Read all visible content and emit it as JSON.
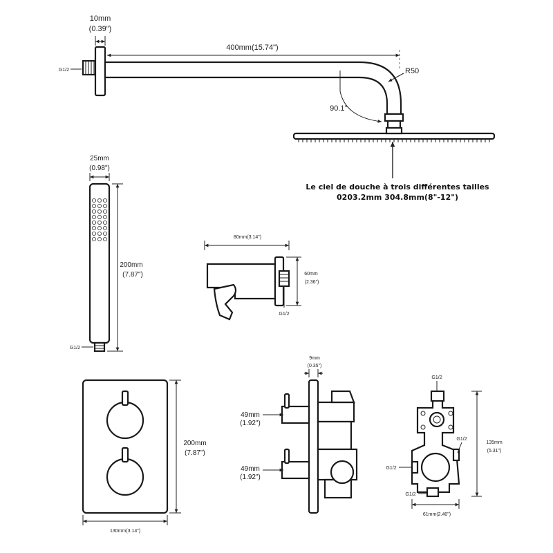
{
  "arm": {
    "dim_flange_top": "10mm",
    "dim_flange_bottom": "(0.39\")",
    "dim_length": "400mm(15.74\")",
    "thread": "G1/2",
    "radius": "R50",
    "angle": "90.1°"
  },
  "rain_head": {
    "caption_line1": "Le ciel de douche à trois différentes tailles",
    "caption_line2": "0203.2mm 304.8mm(8\"-12\")"
  },
  "hand_shower": {
    "dim_width_top": "25mm",
    "dim_width_bottom": "(0.98\")",
    "dim_length_top": "200mm",
    "dim_length_bottom": "(7.87\")",
    "thread": "G1/2"
  },
  "wall_holder": {
    "dim_width": "80mm(3.14\")",
    "dim_height_top": "60mm",
    "dim_height_bottom": "(2.36\")",
    "thread": "G1/2"
  },
  "plate": {
    "dim_height_top": "200mm",
    "dim_height_bottom": "(7.87\")",
    "dim_width": "130mm(3.14\")"
  },
  "side_view": {
    "dim_depth_top": "9mm",
    "dim_depth_bottom": "(0.35\")",
    "dim_upper_top": "49mm",
    "dim_upper_bottom": "(1.92\")",
    "dim_lower_top": "49mm",
    "dim_lower_bottom": "(1.92\")"
  },
  "valve_body": {
    "thread_top": "G1/2",
    "thread_right": "G1/2",
    "thread_left": "G1/2",
    "thread_bottom": "G1/2",
    "dim_height_top": "135mm",
    "dim_height_bottom": "(5.31\")",
    "dim_width": "61mm(2.40\")"
  }
}
